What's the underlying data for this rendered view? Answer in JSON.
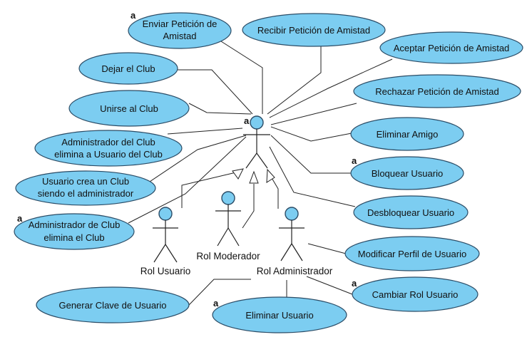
{
  "actors": {
    "usuario": "",
    "rol_usuario": "Rol Usuario",
    "rol_moderador": "Rol Moderador",
    "rol_administrador": "Rol Administrador"
  },
  "use_cases": {
    "enviar_peticion": [
      "Enviar Petición de",
      "Amistad"
    ],
    "recibir_peticion": [
      "Recibir Petición de Amistad"
    ],
    "aceptar_peticion": [
      "Aceptar Petición de Amistad"
    ],
    "dejar_club": [
      "Dejar el Club"
    ],
    "rechazar_peticion": [
      "Rechazar Petición de Amistad"
    ],
    "unirse_club": [
      "Unirse al Club"
    ],
    "eliminar_amigo": [
      "Eliminar Amigo"
    ],
    "admin_elimina_usuario": [
      "Administrador del Club",
      "elimina a Usuario del Club"
    ],
    "bloquear_usuario": [
      "Bloquear Usuario"
    ],
    "usuario_crea_club": [
      "Usuario crea un Club",
      "siendo el administrador"
    ],
    "desbloquear_usuario": [
      "Desbloquear Usuario"
    ],
    "admin_elimina_club": [
      "Administrador de Club",
      "elimina el Club"
    ],
    "modificar_perfil": [
      "Modificar Perfil de Usuario"
    ],
    "generar_clave": [
      "Generar Clave de Usuario"
    ],
    "cambiar_rol": [
      "Cambiar Rol Usuario"
    ],
    "eliminar_usuario": [
      "Eliminar Usuario"
    ]
  },
  "markers": {
    "enviar_peticion": "a",
    "usuario": "a",
    "bloquear_usuario": "a",
    "admin_elimina_club": "a",
    "cambiar_rol": "a",
    "eliminar_usuario": "a"
  },
  "colors": {
    "use_case_fill": "#7ccdf1",
    "outline": "#2b4c66"
  }
}
